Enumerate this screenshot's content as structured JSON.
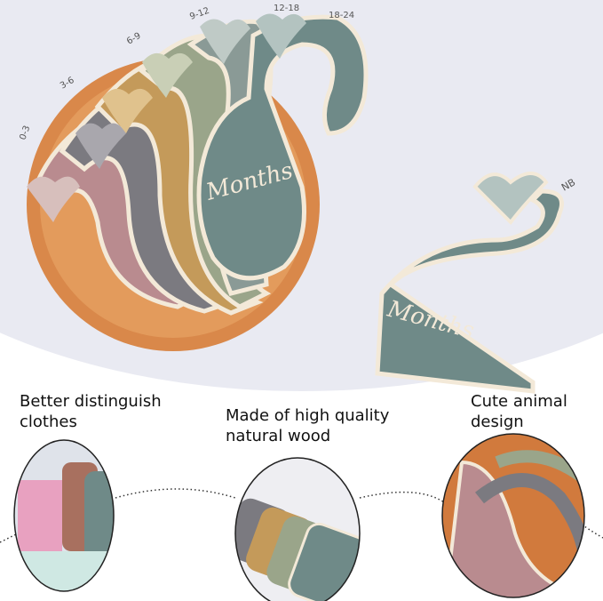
{
  "hero": {
    "size_labels": [
      "0-3",
      "3-6",
      "6-9",
      "9-12",
      "12-18",
      "18-24"
    ],
    "loose_hanger_label": "NB",
    "hanger_text": "Months",
    "colors": {
      "background": "#e9eaf2",
      "plate": "#d9884a",
      "teal": "#6f8a88",
      "pink": "#b98b8f",
      "mustard": "#c49a5a",
      "sage": "#9aa58a",
      "grey": "#7b7a80",
      "cream": "#f3e9d8"
    }
  },
  "features": [
    {
      "caption_line1": "Better distinguish",
      "caption_line2": "clothes"
    },
    {
      "caption_line1": "Made of high quality",
      "caption_line2": "natural wood"
    },
    {
      "caption_line1": "Cute animal",
      "caption_line2": "design"
    }
  ]
}
